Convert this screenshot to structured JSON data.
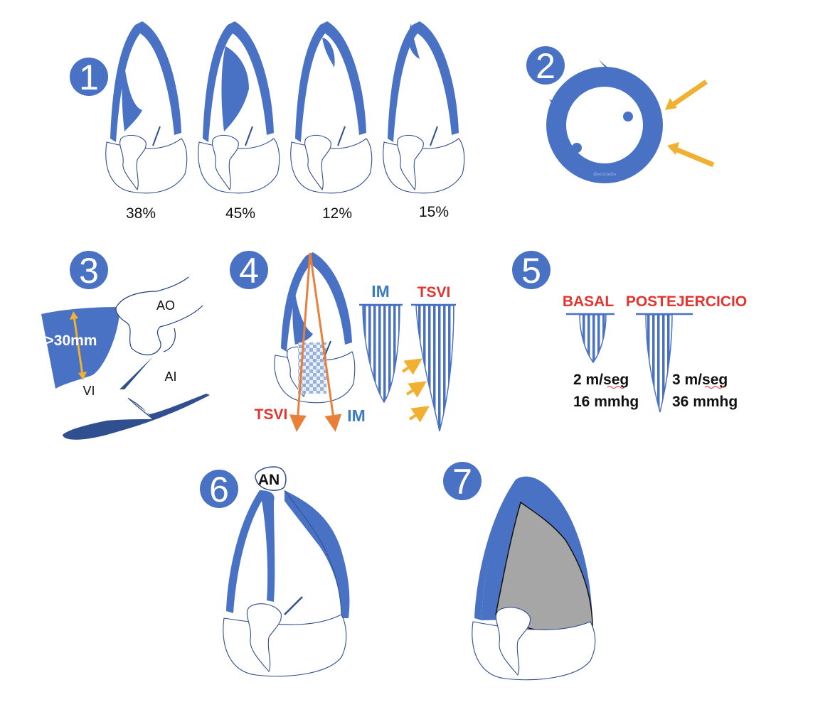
{
  "colors": {
    "blue": "#4a72c4",
    "dark_blue": "#2f4f8f",
    "orange_arrow": "#f0b032",
    "red_text": "#e3342f",
    "label_blue": "#3b7bc4",
    "grey_fill": "#a6a6a6"
  },
  "panels": {
    "p1": {
      "number": "1",
      "percentages": [
        "38%",
        "45%",
        "12%",
        "15%"
      ]
    },
    "p2": {
      "number": "2",
      "watermark": "@ecocardio"
    },
    "p3": {
      "number": "3",
      "measure": ">30mm",
      "ao": "AO",
      "vi": "VI",
      "ai": "AI"
    },
    "p4": {
      "number": "4",
      "im_top": "IM",
      "tsvi_top": "TSVI",
      "tsvi_bottom": "TSVI",
      "im_bottom": "IM"
    },
    "p5": {
      "number": "5",
      "basal": "BASAL",
      "post": "POSTEJERCICIO",
      "basal_vel": "2 m/seg",
      "basal_grad": "16 mmhg",
      "post_vel": "3 m/seg",
      "post_grad": "36 mmhg"
    },
    "p6": {
      "number": "6",
      "an": "AN"
    },
    "p7": {
      "number": "7"
    }
  }
}
